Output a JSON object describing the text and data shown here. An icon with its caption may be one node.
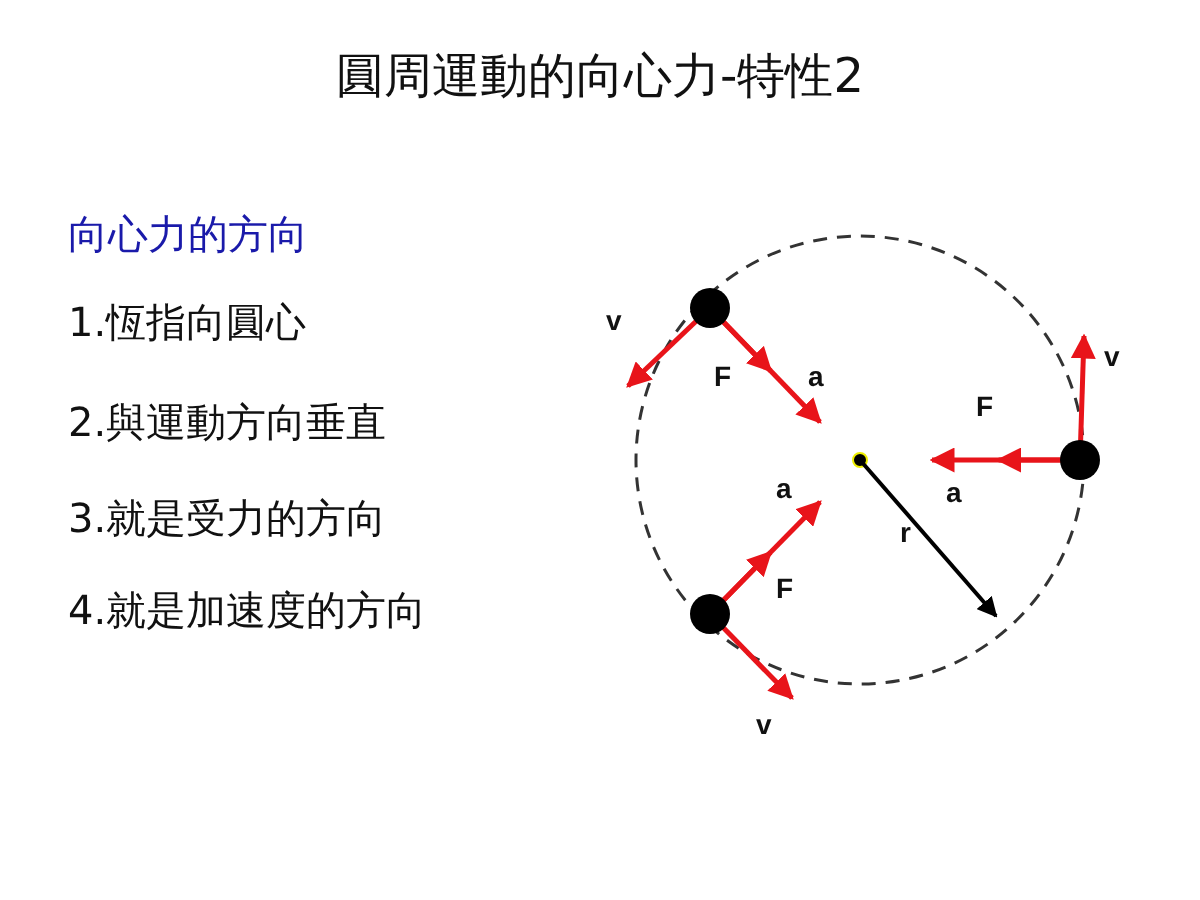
{
  "diagram": {
    "title": "圓周運動的向心力-特性2",
    "labels": [
      "向心力的方向",
      "1.恆指向圓心",
      "2.與運動方向垂直",
      "3.就是受力的方向",
      "4.就是加速度的方向",
      "v",
      "F",
      "a",
      "v",
      "F",
      "a",
      "a",
      "r",
      "F",
      "v"
    ]
  }
}
